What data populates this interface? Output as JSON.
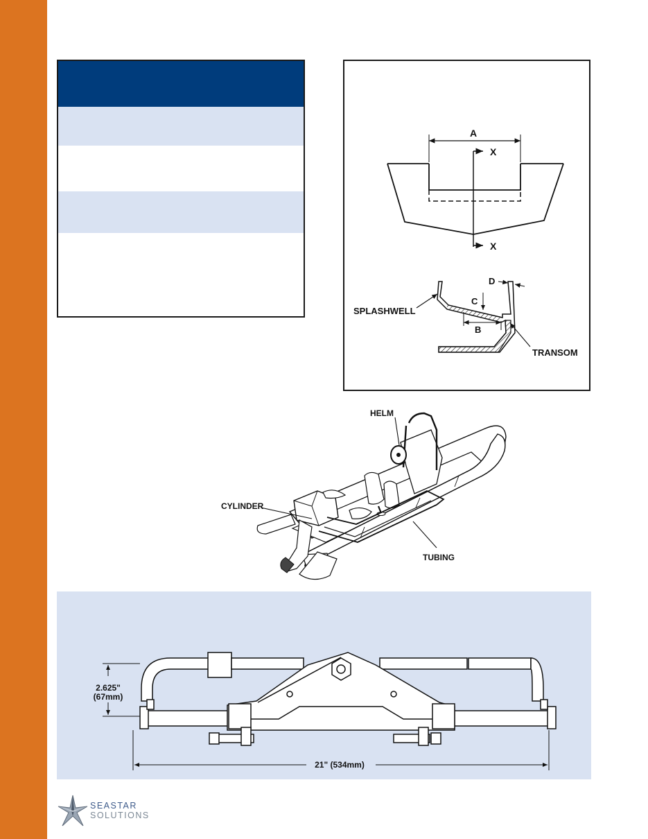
{
  "brand": {
    "name_line1": "SEASTAR",
    "name_line2": "SOLUTIONS",
    "accent_color": "#dc7420",
    "header_color": "#003c7c",
    "band_color": "#d9e2f2"
  },
  "transom_figure": {
    "dim_a": "A",
    "section_top": "X",
    "section_bottom": "X",
    "dim_b": "B",
    "dim_c": "C",
    "dim_d": "D",
    "splashwell_label": "SPLASHWELL",
    "transom_label": "TRANSOM"
  },
  "boat_figure": {
    "helm_label": "HELM",
    "cylinder_label": "CYLINDER",
    "tubing_label": "TUBING"
  },
  "cylinder_figure": {
    "height_inches": "2.625\"",
    "height_mm": "(67mm)",
    "length_label": "21\" (534mm)"
  }
}
